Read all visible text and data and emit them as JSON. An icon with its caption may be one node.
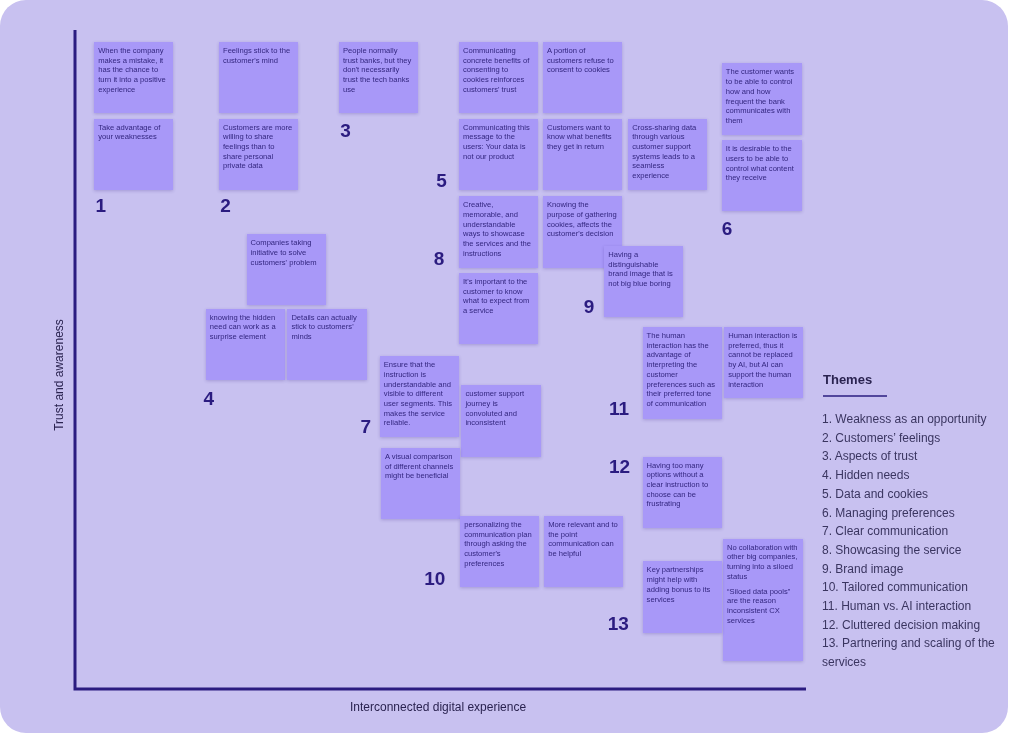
{
  "diagram": {
    "nodes": [
      {
        "text": [
          "When the company makes a mistake, it has the chance to turn it into a positive experience"
        ]
      },
      {
        "text": [
          "Take advantage of your weaknesses"
        ]
      },
      {
        "text": [
          "Feelings stick to the customer's mind"
        ]
      },
      {
        "text": [
          "Customers are more willing to share feelings than to share personal private data"
        ]
      },
      {
        "text": [
          "People normally trust banks, but they don't necessarily trust the tech banks use"
        ]
      },
      {
        "text": [
          "Communicating concrete benefits of consenting to cookies reinforces customers' trust"
        ]
      },
      {
        "text": [
          "A portion of customers refuse to consent to cookies"
        ]
      },
      {
        "text": [
          "The customer wants to be able to control how and how frequent the bank communicates with them"
        ]
      },
      {
        "text": [
          "Communicating this message to the users: Your data is not our product"
        ]
      },
      {
        "text": [
          "Customers want to know what benefits they get in return"
        ]
      },
      {
        "text": [
          "Cross-sharing data through various customer support systems leads to a seamless experience"
        ]
      },
      {
        "text": [
          "It is desirable to the users to be able to control what content they receive"
        ]
      },
      {
        "text": [
          "Creative, memorable, and understandable ways to showcase the services and the instructions"
        ]
      },
      {
        "text": [
          "Knowing the purpose of gathering cookies, affects the customer's decision"
        ]
      },
      {
        "text": [
          "Companies taking initiative to solve customers' problem"
        ]
      },
      {
        "text": [
          "Having a distinguishable brand image that is not big blue boring"
        ]
      },
      {
        "text": [
          "It's important to the customer to know what to expect from a service"
        ]
      },
      {
        "text": [
          "knowing the hidden need can work as a surprise element"
        ]
      },
      {
        "text": [
          "Details can actually stick to customers' minds"
        ]
      },
      {
        "text": [
          "The human interaction has the advantage of interpreting the customer preferences such as their preferred tone of communication"
        ]
      },
      {
        "text": [
          "Human interaction is preferred, thus it cannot be replaced by AI, but AI can support the human interaction"
        ]
      },
      {
        "text": [
          "Ensure that the instruction is understandable and visible to different user segments. This makes the service reliable."
        ]
      },
      {
        "text": [
          "customer support journey is convoluted and inconsistent"
        ]
      },
      {
        "text": [
          "A visual comparison of different channels might be beneficial"
        ]
      },
      {
        "text": [
          "Having too many options without a clear instruction to choose can be frustrating"
        ]
      },
      {
        "text": [
          "personalizing the communication plan through asking the customer's preferences"
        ]
      },
      {
        "text": [
          "More relevant and to the point communication can be helpful"
        ]
      },
      {
        "text": [
          "No collaboration with other big companies, turning into a siloed status",
          "“Siloed data pools” are the reason inconsistent CX services"
        ]
      },
      {
        "text": [
          "Key partnerships might help with adding bonus to its services"
        ]
      }
    ],
    "labels": [
      "1",
      "2",
      "3",
      "5",
      "6",
      "8",
      "9",
      "4",
      "7",
      "11",
      "12",
      "10",
      "13",
      "Trust and awareness",
      "Interconnected digital experience",
      "Themes",
      "1. Weakness as an opportunity",
      "2. Customers’ feelings",
      "3. Aspects of trust",
      "4. Hidden needs",
      "5. Data and cookies",
      "6. Managing preferences",
      "7. Clear communication",
      "8. Showcasing the service",
      "9. Brand image",
      "10. Tailored communication",
      "11. Human vs. AI interaction",
      "12. Cluttered decision making",
      "13. Partnering and scaling of the services"
    ]
  }
}
